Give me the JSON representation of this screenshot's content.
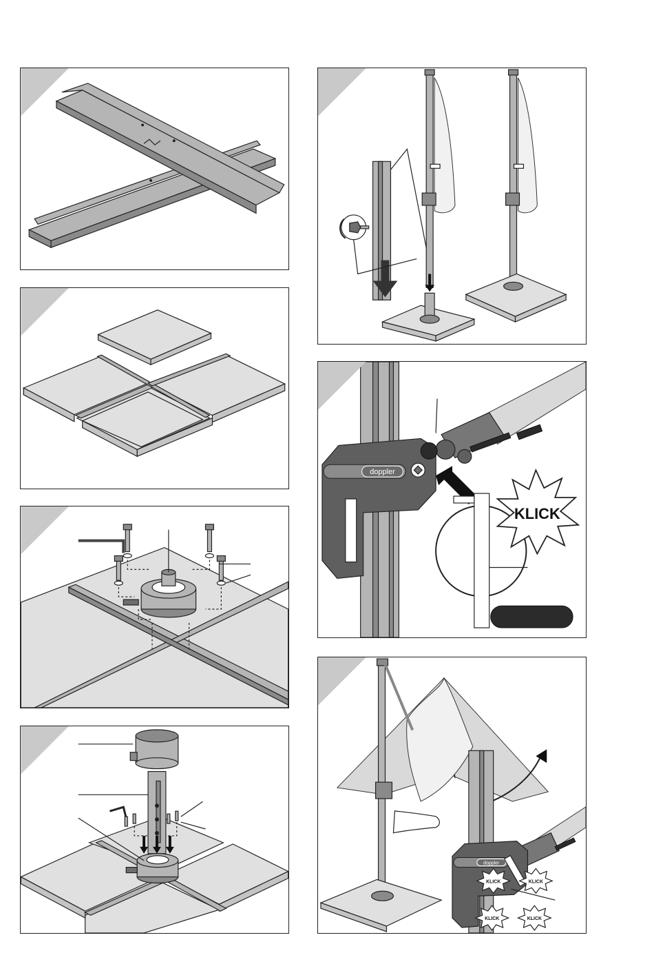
{
  "page": {
    "panels": [
      {
        "id": "step-1"
      },
      {
        "id": "step-2"
      },
      {
        "id": "step-3"
      },
      {
        "id": "step-4"
      },
      {
        "id": "step-5"
      },
      {
        "id": "step-6"
      },
      {
        "id": "step-7"
      }
    ]
  },
  "labels": {
    "brand": "doppler",
    "klick": "KLICK",
    "klick_small": "KLICK"
  },
  "colors": {
    "corner": "#c9c9c9",
    "steel": "#b5b5b5",
    "dark_housing": "#5f5f5f",
    "slab": "#e0e0e0"
  }
}
